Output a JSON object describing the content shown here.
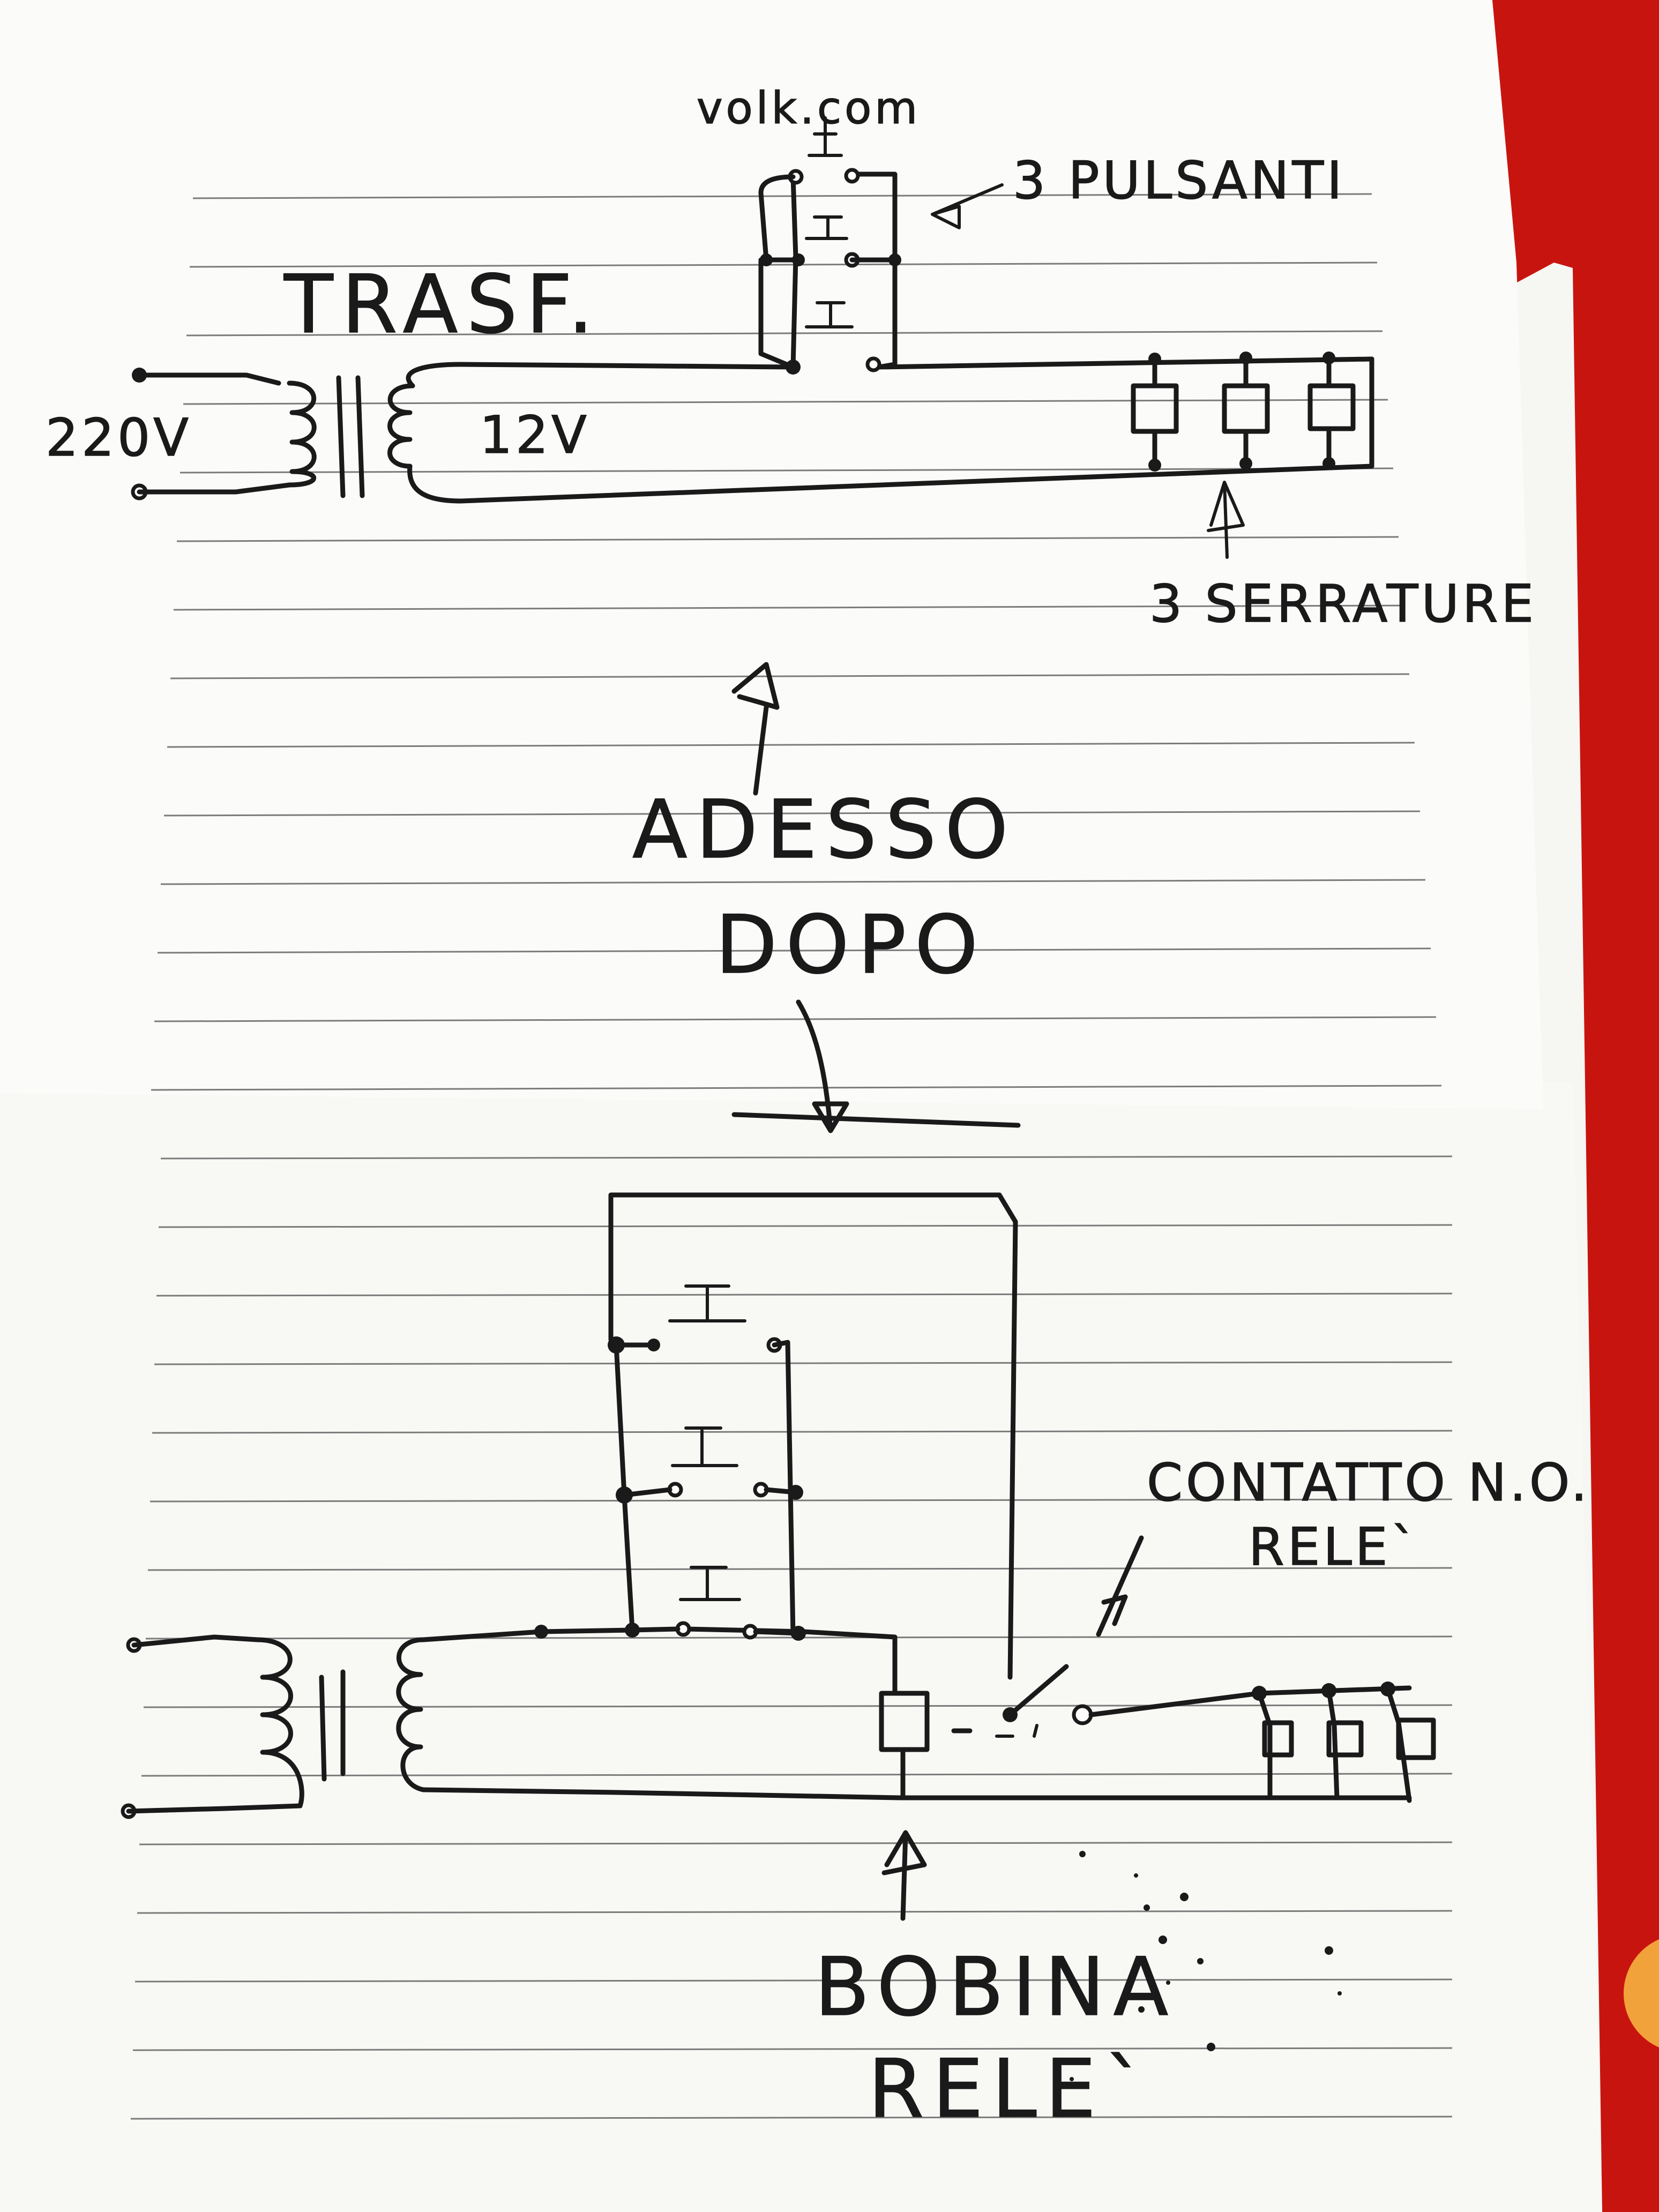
{
  "top_diagram": {
    "transformer_label": "TRASF.",
    "input_voltage": "220V",
    "output_voltage": "12V",
    "buttons_label": "3 PULSANTI",
    "locks_label": "3 SERRATURE",
    "faint_text": "volk.com"
  },
  "captions": {
    "now": "ADESSO",
    "after": "DOPO"
  },
  "bottom_diagram": {
    "relay_contact_label_1": "CONTATTO N.O.",
    "relay_contact_label_2": "RELE`",
    "coil_label_1": "BOBINA",
    "coil_label_2": "RELE`"
  },
  "colors": {
    "background": "#c8140e",
    "paper": "#fdfdfb",
    "ink": "#1a1a1a",
    "rule": "#7b7b7b"
  }
}
